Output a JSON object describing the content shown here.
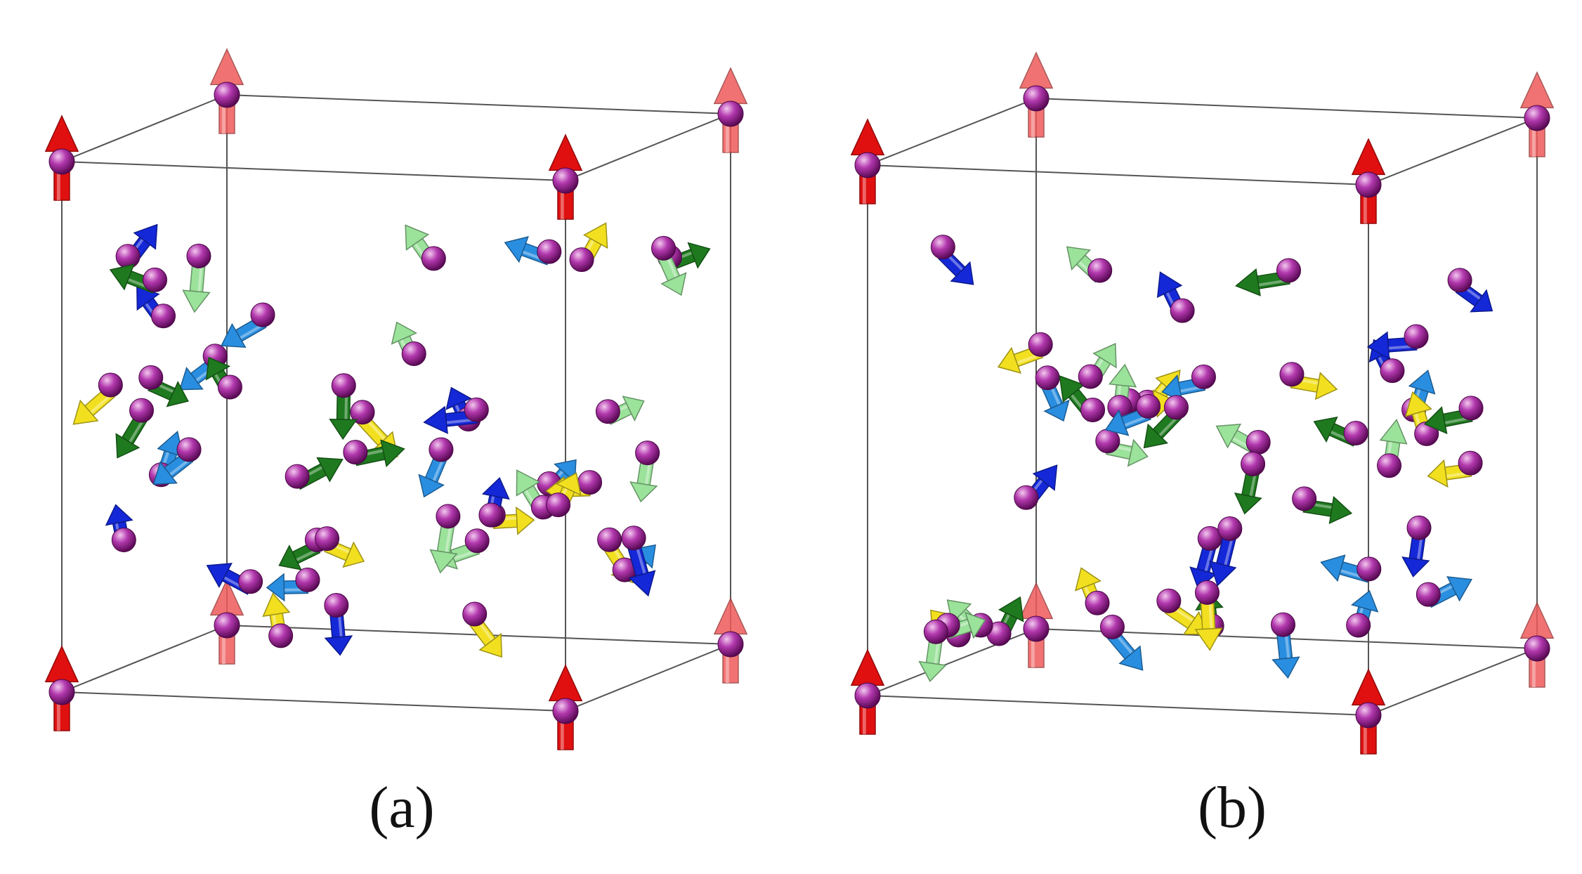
{
  "panels": [
    {
      "label": "(a)"
    },
    {
      "label": "(b)"
    }
  ],
  "colors": {
    "background": "#ffffff",
    "cell_edge": "#555555",
    "atom": "#a0209a",
    "spin_red": "#e01010",
    "spin_yellow": "#f2e020",
    "spin_blue": "#1428d8",
    "spin_lightblue": "#2a8ee0",
    "spin_green": "#1f7a1f",
    "spin_palegreen": "#9be29b"
  },
  "icons": [
    "atom-sphere",
    "spin-arrow"
  ]
}
